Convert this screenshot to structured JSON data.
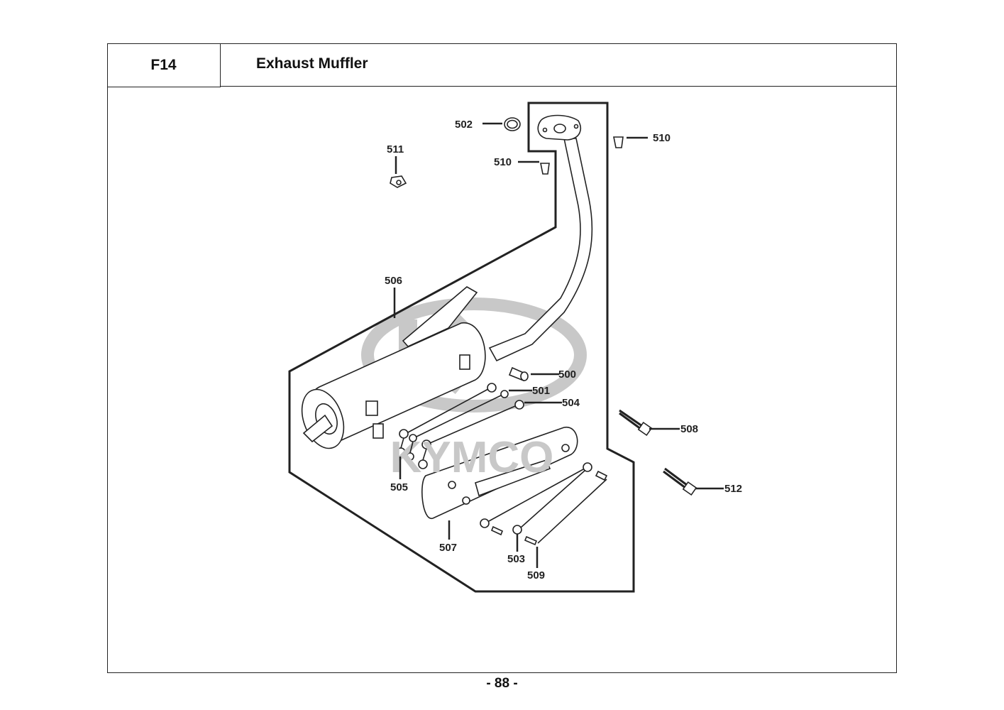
{
  "header": {
    "section_code": "F14",
    "title": "Exhaust Muffler"
  },
  "watermark": {
    "text": "KYMCO",
    "color": "#c8c8c8"
  },
  "diagram": {
    "labels": {
      "p500": "500",
      "p501": "501",
      "p502": "502",
      "p503": "503",
      "p504": "504",
      "p505": "505",
      "p506": "506",
      "p507": "507",
      "p508": "508",
      "p509": "509",
      "p510a": "510",
      "p510b": "510",
      "p511": "511",
      "p512": "512"
    }
  },
  "footer": {
    "page_number": "- 88 -"
  }
}
